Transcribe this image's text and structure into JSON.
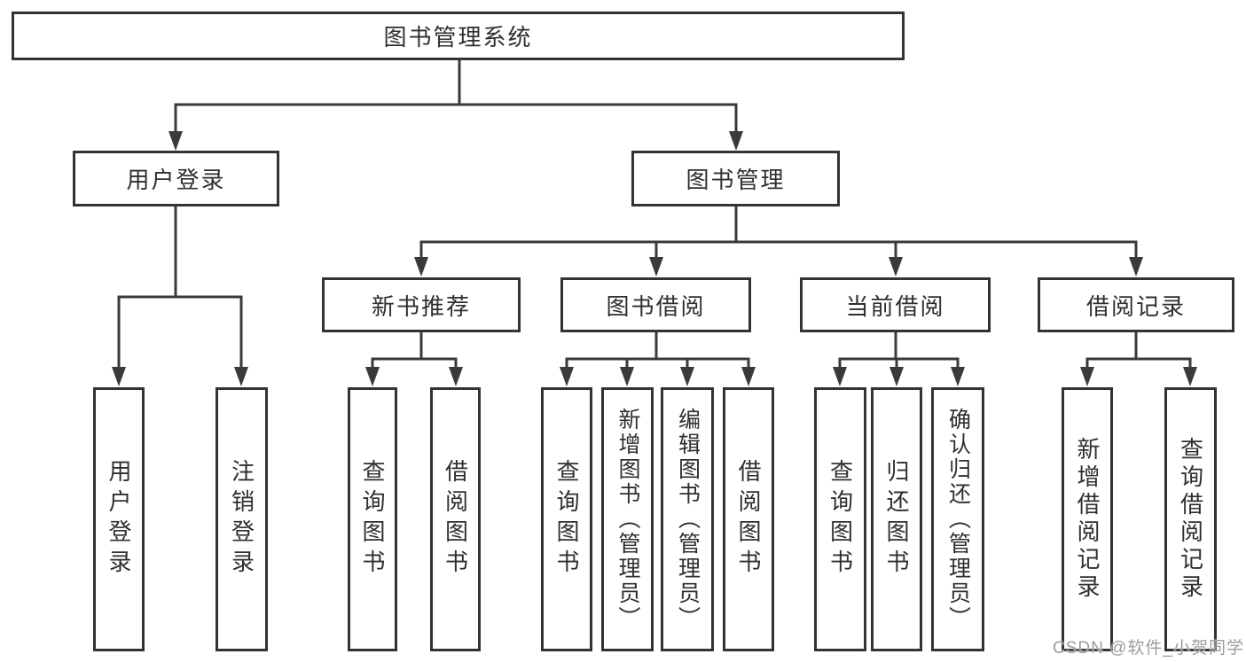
{
  "colors": {
    "background": "#ffffff",
    "line": "#3a3a3a",
    "box_border": "#333333",
    "text": "#2f2f2f",
    "watermark": "#9c9c9c"
  },
  "tree": {
    "root": {
      "label": "图书管理系统"
    },
    "branches": [
      {
        "label": "用户登录",
        "children": [
          {
            "label": "用户登录"
          },
          {
            "label": "注销登录"
          }
        ]
      },
      {
        "label": "图书管理",
        "children": [
          {
            "label": "新书推荐",
            "children": [
              {
                "label": "查询图书"
              },
              {
                "label": "借阅图书"
              }
            ]
          },
          {
            "label": "图书借阅",
            "children": [
              {
                "label": "查询图书"
              },
              {
                "label": "新增图书（管理员）"
              },
              {
                "label": "编辑图书（管理员）"
              },
              {
                "label": "借阅图书"
              }
            ]
          },
          {
            "label": "当前借阅",
            "children": [
              {
                "label": "查询图书"
              },
              {
                "label": "归还图书"
              },
              {
                "label": "确认归还（管理员）"
              }
            ]
          },
          {
            "label": "借阅记录",
            "children": [
              {
                "label": "新增借阅记录"
              },
              {
                "label": "查询借阅记录"
              }
            ]
          }
        ]
      }
    ]
  },
  "watermark": {
    "text": "CSDN @软件_小贺同学"
  }
}
